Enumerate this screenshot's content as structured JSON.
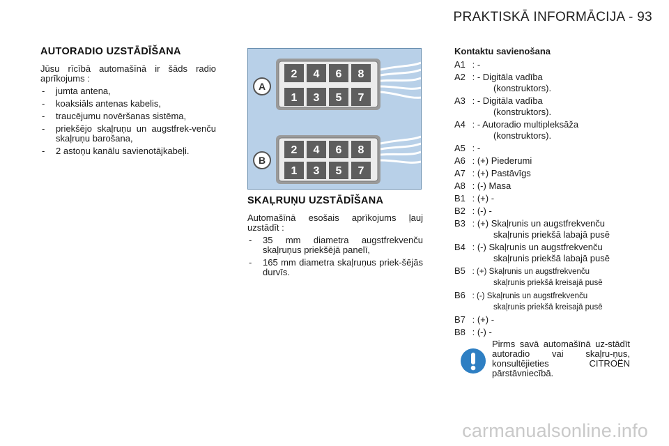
{
  "header": {
    "title": "PRAKTISKĀ INFORMĀCIJA - 93"
  },
  "radio_section": {
    "heading": "AUTORADIO UZSTĀDĪŠANA",
    "intro": "Jūsu rīcībā automašīnā ir šāds radio aprīkojums :",
    "items": [
      "jumta antena,",
      "koaksiāls antenas kabelis,",
      "traucējumu novēršanas sistēma,",
      "priekšējo skaļruņu un augstfrek-venču skaļruņu barošana,",
      "2 astoņu kanālu savienotājkabeļi."
    ]
  },
  "figure": {
    "connectors": [
      {
        "label": "A",
        "top_pins": [
          "2",
          "4",
          "6",
          "8"
        ],
        "bottom_pins": [
          "1",
          "3",
          "5",
          "7"
        ]
      },
      {
        "label": "B",
        "top_pins": [
          "2",
          "4",
          "6",
          "8"
        ],
        "bottom_pins": [
          "1",
          "3",
          "5",
          "7"
        ]
      }
    ],
    "colors": {
      "background": "#b8d0e8",
      "pin": "#5e5e5e",
      "housing": "#ececec"
    }
  },
  "speaker_section": {
    "heading": "SKAĻRUŅU UZSTĀDĪŠANA",
    "intro": "Automašīnā esošais aprīkojums ļauj uzstādīt :",
    "items": [
      "35 mm diametra augstfrekvenču skaļruņus priekšējā panelī,",
      "165 mm diametra skaļruņus priek-šējās durvīs."
    ]
  },
  "contacts": {
    "title": "Kontaktu savienošana",
    "pins": [
      {
        "code": "A1",
        "text": ": -",
        "cont": ""
      },
      {
        "code": "A2",
        "text": ": - Digitāla vadība",
        "cont": "(konstruktors)."
      },
      {
        "code": "A3",
        "text": ": - Digitāla vadība",
        "cont": "(konstruktors)."
      },
      {
        "code": "A4",
        "text": ": - Autoradio multipleksāža",
        "cont": "(konstruktors)."
      },
      {
        "code": "A5",
        "text": ": -",
        "cont": ""
      },
      {
        "code": "A6",
        "text": ": (+) Piederumi",
        "cont": ""
      },
      {
        "code": "A7",
        "text": ": (+) Pastāvīgs",
        "cont": ""
      },
      {
        "code": "A8",
        "text": ": (-) Masa",
        "cont": ""
      },
      {
        "code": "B1",
        "text": ": (+) -",
        "cont": ""
      },
      {
        "code": "B2",
        "text": ": (-) -",
        "cont": ""
      },
      {
        "code": "B3",
        "text": ": (+) Skaļrunis un augstfrekvenču",
        "cont": "skaļrunis priekšā labajā pusē"
      },
      {
        "code": "B4",
        "text": ": (-) Skaļrunis un augstfrekvenču",
        "cont": "skaļrunis priekšā labajā pusē"
      },
      {
        "code": "B5",
        "text": ": (+) Skaļrunis un augstfrekvenču",
        "cont": "skaļrunis priekšā kreisajā pusē"
      },
      {
        "code": "B6",
        "text": ": (-) Skaļrunis un augstfrekvenču",
        "cont": "skaļrunis priekšā kreisajā pusē"
      },
      {
        "code": "B7",
        "text": ": (+) -",
        "cont": ""
      },
      {
        "code": "B8",
        "text": ": (-) -",
        "cont": ""
      }
    ]
  },
  "note": {
    "icon": "exclamation-icon",
    "text": "Pirms savā automašīnā uz-stādīt autoradio vai skaļru-ņus, konsultējieties CITROËN pārstāvniecībā.",
    "icon_color": "#2e7fc3"
  },
  "watermark": {
    "text": "carmanualsonline.info"
  }
}
